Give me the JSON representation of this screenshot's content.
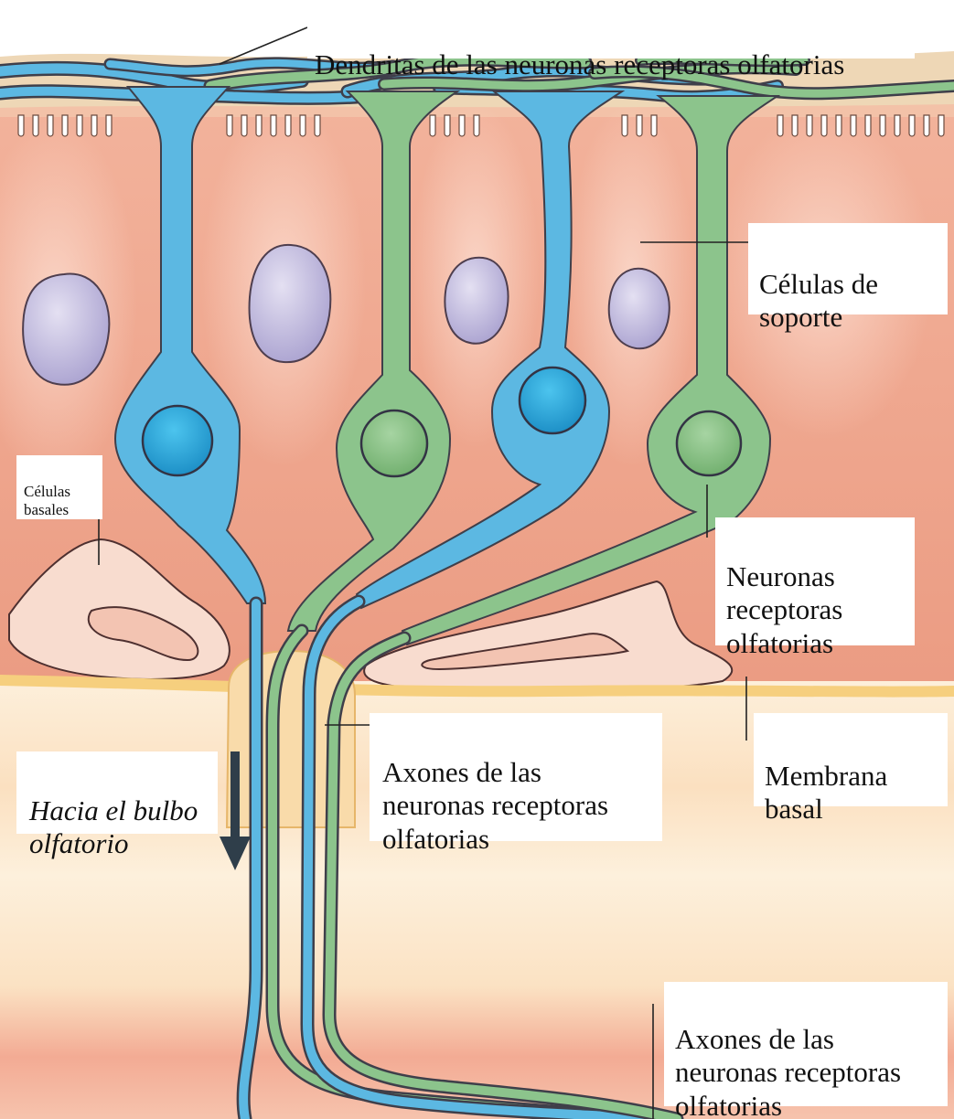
{
  "labels": {
    "dendrites": "Dendritas de las neuronas receptoras olfatorias",
    "support_cells": "Células de\nsoporte",
    "basal_cells": "Células\nbasales",
    "receptor_neurons": "Neuronas\nreceptoras\nolfatorias",
    "axons_middle": "Axones de las\nneuronas receptoras\nolfatorias",
    "basement_membrane": "Membrana\nbasal",
    "toward_bulb": "Hacia el bulbo\nolfatorio",
    "axons_bottom": "Axones de las\nneuronas receptoras\nolfatorias"
  },
  "colors": {
    "epithelium": "#ec9f85",
    "lamina": "#fbe4c6",
    "blue_neuron": "#5cb8e2",
    "green_neuron": "#8cc48c",
    "support_nucleus": "#bcb6dc",
    "basal_cell": "#f7d6c9",
    "membrane": "#f6cf7e",
    "arrow": "#2f3e4a"
  },
  "icons": {
    "direction_arrow": "down-arrow-icon"
  }
}
